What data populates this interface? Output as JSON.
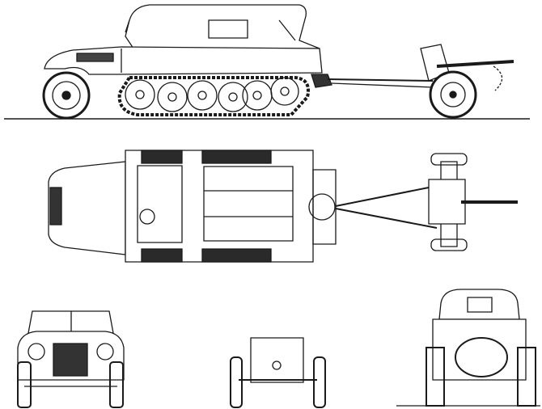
{
  "drawing": {
    "colors": {
      "line": "#1a1a1a",
      "background": "#ffffff",
      "dark_panel": "#2a2a2a"
    },
    "views": [
      "side-view",
      "top-view",
      "front-view",
      "gun-front-view",
      "rear-view"
    ]
  }
}
